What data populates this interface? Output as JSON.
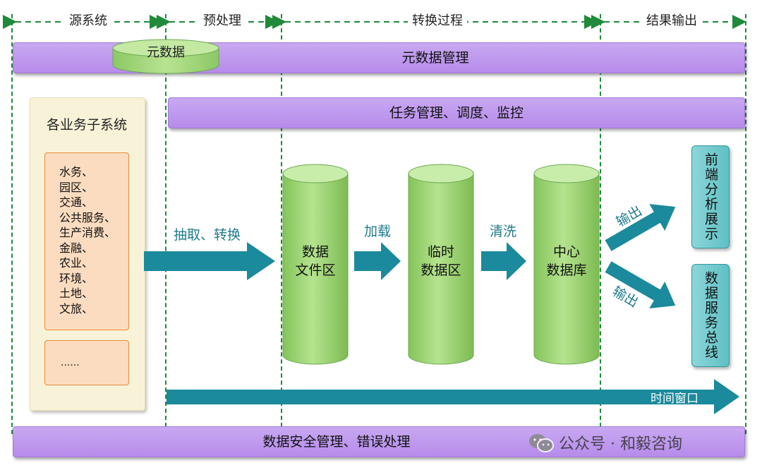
{
  "phases": {
    "source": "源系统",
    "preprocess": "预处理",
    "transform": "转换过程",
    "output": "结果输出"
  },
  "metadata": {
    "cylinder_label": "元数据",
    "bar_label": "元数据管理"
  },
  "task_bar": "任务管理、调度、监控",
  "source_panel": {
    "title": "各业务子系统",
    "systems": [
      "水务、",
      "园区、",
      "交通、",
      "公共服务、",
      "生产消费、",
      "金融、",
      "农业、",
      "环境、",
      "土地、",
      "文旅、"
    ],
    "more": "......"
  },
  "flow": {
    "extract_label": "抽取、转换",
    "load_label": "加载",
    "clean_label": "清洗",
    "output_label_1": "输出",
    "output_label_2": "输出"
  },
  "stores": {
    "file_zone_line1": "数据",
    "file_zone_line2": "文件区",
    "temp_zone_line1": "临时",
    "temp_zone_line2": "数据区",
    "center_db_line1": "中心",
    "center_db_line2": "数据库"
  },
  "outputs": {
    "frontend": "前端分析展示",
    "service_bus": "数据服务总线"
  },
  "time_window": "时间窗口",
  "security_bar": "数据安全管理、错误处理",
  "watermark": "公众号 · 和毅咨询",
  "colors": {
    "purple": "#b68bea",
    "green_cylinder": "#a6db78",
    "teal_arrow": "#1b8a9c",
    "dash_green": "#1f8a3a",
    "teal_box": "#6cc7ca"
  }
}
